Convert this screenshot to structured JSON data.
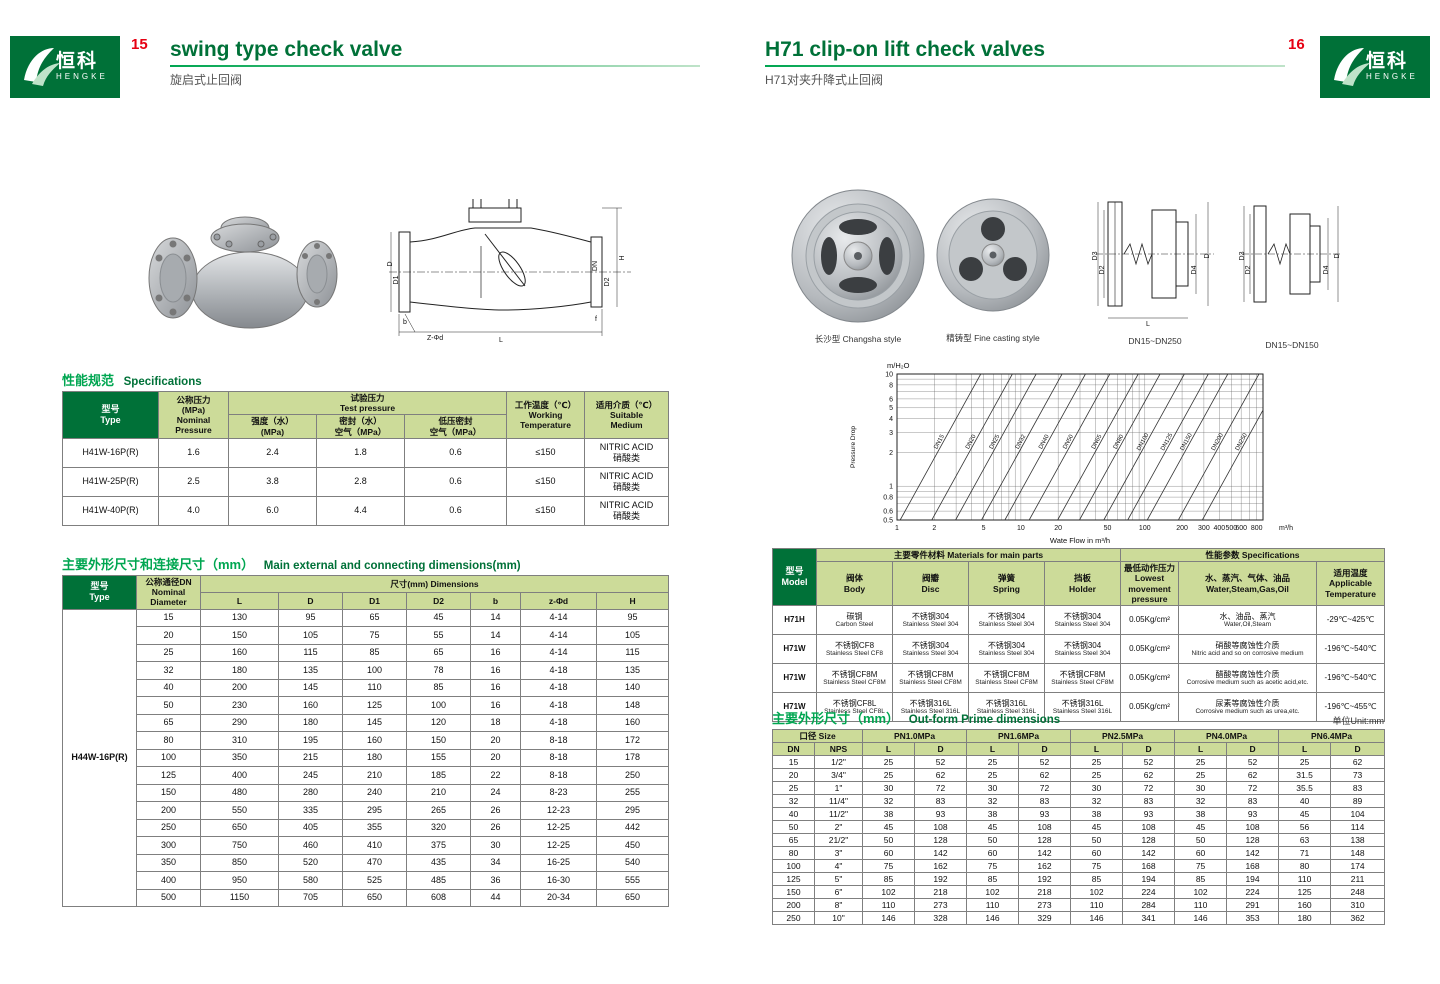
{
  "colors": {
    "brand_green": "#007138",
    "accent_green": "#00a651",
    "table_header_green": "#ccdb99",
    "page_number_red": "#e60012"
  },
  "header": {
    "logo": {
      "cn": "恒科",
      "en": "HENGKE"
    },
    "left": {
      "page_number": "15",
      "title": "swing type check valve",
      "subtitle": "旋启式止回阀"
    },
    "right": {
      "page_number": "16",
      "title": "H71 clip-on lift check valves",
      "subtitle": "H71对夹升降式止回阀"
    }
  },
  "left_page": {
    "spec_section": {
      "cn": "性能规范",
      "en": "Specifications"
    },
    "spec_table": {
      "headers": {
        "type": "型号\nType",
        "nominal": "公称压力\n(MPa)\nNominal\nPressure",
        "test": "试验压力\nTest pressure",
        "strength": "强度（水）\n(MPa)",
        "seal": "密封（水）\n空气（MPa）",
        "low": "低压密封\n空气（MPa）",
        "working": "工作温度（℃）\nWorking\nTemperature",
        "medium": "适用介质（℃）\nSuitable\nMedium"
      },
      "rows": [
        {
          "type": "H41W-16P(R)",
          "nominal": "1.6",
          "strength": "2.4",
          "seal": "1.8",
          "low": "0.6",
          "temp": "≤150",
          "medium": "NITRIC ACID\n硝酸类"
        },
        {
          "type": "H41W-25P(R)",
          "nominal": "2.5",
          "strength": "3.8",
          "seal": "2.8",
          "low": "0.6",
          "temp": "≤150",
          "medium": "NITRIC ACID\n硝酸类"
        },
        {
          "type": "H41W-40P(R)",
          "nominal": "4.0",
          "strength": "6.0",
          "seal": "4.4",
          "low": "0.6",
          "temp": "≤150",
          "medium": "NITRIC ACID\n硝酸类"
        }
      ]
    },
    "dim_section": {
      "cn": "主要外形尺寸和连接尺寸（mm）",
      "en": "Main external and connecting dimensions(mm)"
    },
    "dim_table": {
      "headers": {
        "type": "型号\nType",
        "dn": "公称通径DN\nNominal\nDiameter",
        "band": "尺寸(mm) Dimensions",
        "cols": [
          "L",
          "D",
          "D1",
          "D2",
          "b",
          "z-Φd",
          "H"
        ]
      },
      "model": "H44W-16P(R)",
      "rows": [
        [
          "15",
          "130",
          "95",
          "65",
          "45",
          "14",
          "4-14",
          "95"
        ],
        [
          "20",
          "150",
          "105",
          "75",
          "55",
          "14",
          "4-14",
          "105"
        ],
        [
          "25",
          "160",
          "115",
          "85",
          "65",
          "16",
          "4-14",
          "115"
        ],
        [
          "32",
          "180",
          "135",
          "100",
          "78",
          "16",
          "4-18",
          "135"
        ],
        [
          "40",
          "200",
          "145",
          "110",
          "85",
          "16",
          "4-18",
          "140"
        ],
        [
          "50",
          "230",
          "160",
          "125",
          "100",
          "16",
          "4-18",
          "148"
        ],
        [
          "65",
          "290",
          "180",
          "145",
          "120",
          "18",
          "4-18",
          "160"
        ],
        [
          "80",
          "310",
          "195",
          "160",
          "150",
          "20",
          "8-18",
          "172"
        ],
        [
          "100",
          "350",
          "215",
          "180",
          "155",
          "20",
          "8-18",
          "178"
        ],
        [
          "125",
          "400",
          "245",
          "210",
          "185",
          "22",
          "8-18",
          "250"
        ],
        [
          "150",
          "480",
          "280",
          "240",
          "210",
          "24",
          "8-23",
          "255"
        ],
        [
          "200",
          "550",
          "335",
          "295",
          "265",
          "26",
          "12-23",
          "295"
        ],
        [
          "250",
          "650",
          "405",
          "355",
          "320",
          "26",
          "12-25",
          "442"
        ],
        [
          "300",
          "750",
          "460",
          "410",
          "375",
          "30",
          "12-25",
          "450"
        ],
        [
          "350",
          "850",
          "520",
          "470",
          "435",
          "34",
          "16-25",
          "540"
        ],
        [
          "400",
          "950",
          "580",
          "525",
          "485",
          "36",
          "16-30",
          "555"
        ],
        [
          "500",
          "1150",
          "705",
          "650",
          "608",
          "44",
          "20-34",
          "650"
        ]
      ]
    },
    "drawing_labels": {
      "h": "H",
      "dn": "DN",
      "d2": "D2",
      "d": "D",
      "d1": "D1",
      "zd": "Z-Φd",
      "l": "L",
      "b": "b",
      "f": "f"
    }
  },
  "right_page": {
    "captions": {
      "photo1": "长沙型 Changsha style",
      "photo2": "精铸型 Fine casting style",
      "drawing_a": "DN15~DN250",
      "drawing_b": "DN15~DN150"
    },
    "drawing_a_labels": {
      "d3": "D3",
      "d2": "D2",
      "d4": "D4",
      "d": "D",
      "l": "L"
    },
    "drawing_b_labels": {
      "d3": "D3",
      "d2": "D2",
      "d4": "D4",
      "d": "D"
    },
    "materials_table": {
      "headers": {
        "model": "型号\nModel",
        "band_materials": "主要零件材料 Materials for main parts",
        "body": "阀体\nBody",
        "disc": "阀瓣\nDisc",
        "spring": "弹簧\nSpring",
        "holder": "挡板\nHolder",
        "pressure": "最低动作压力\nLowest movement\npressure",
        "band_specs": "性能参数 Specifications",
        "medium": "水、蒸汽、气体、油品\nWater,Steam,Gas,Oil",
        "temp": "适用温度\nApplicable\nTemperature"
      },
      "rows": [
        {
          "model": "H71H",
          "body": {
            "cn": "碳钢",
            "en": "Carbon Steel"
          },
          "disc": {
            "cn": "不锈钢304",
            "en": "Stainless Steel 304"
          },
          "spring": {
            "cn": "不锈钢304",
            "en": "Stainless Steel 304"
          },
          "holder": {
            "cn": "不锈钢304",
            "en": "Stainless Steel 304"
          },
          "pressure": "0.05Kg/cm²",
          "medium": {
            "cn": "水、油品、蒸汽",
            "en": "Water,Oil,Steam"
          },
          "temp": "-29℃~425℃"
        },
        {
          "model": "H71W",
          "body": {
            "cn": "不锈钢CF8",
            "en": "Stainless Steel CF8"
          },
          "disc": {
            "cn": "不锈钢304",
            "en": "Stainless Steel 304"
          },
          "spring": {
            "cn": "不锈钢304",
            "en": "Stainless Steel 304"
          },
          "holder": {
            "cn": "不锈钢304",
            "en": "Stainless Steel 304"
          },
          "pressure": "0.05Kg/cm²",
          "medium": {
            "cn": "硝酸等腐蚀性介质",
            "en": "Nitric acid and so on corrosive medium"
          },
          "temp": "-196℃~540℃"
        },
        {
          "model": "H71W",
          "body": {
            "cn": "不锈钢CF8M",
            "en": "Stainless Steel CF8M"
          },
          "disc": {
            "cn": "不锈钢CF8M",
            "en": "Stainless Steel CF8M"
          },
          "spring": {
            "cn": "不锈钢CF8M",
            "en": "Stainless Steel CF8M"
          },
          "holder": {
            "cn": "不锈钢CF8M",
            "en": "Stainless Steel CF8M"
          },
          "pressure": "0.05Kg/cm²",
          "medium": {
            "cn": "醋酸等腐蚀性介质",
            "en": "Corrosive medium such as acetic acid,etc."
          },
          "temp": "-196℃~540℃"
        },
        {
          "model": "H71W",
          "body": {
            "cn": "不锈钢CF8L",
            "en": "Stainless Steel CF8L"
          },
          "disc": {
            "cn": "不锈钢316L",
            "en": "Stainless Steel 316L"
          },
          "spring": {
            "cn": "不锈钢316L",
            "en": "Stainless Steel 316L"
          },
          "holder": {
            "cn": "不锈钢316L",
            "en": "Stainless Steel 316L"
          },
          "pressure": "0.05Kg/cm²",
          "medium": {
            "cn": "尿素等腐蚀性介质",
            "en": "Corrosive medium such as urea,etc."
          },
          "temp": "-196℃~455℃"
        }
      ]
    },
    "outform_section": {
      "cn": "主要外形尺寸（mm）",
      "en": "Out-form Prime dimensions",
      "unit": "单位Unit:mm"
    },
    "outform_table": {
      "headers": {
        "size_band": "口径 Size",
        "dn": "DN",
        "nps": "NPS",
        "groups": [
          "PN1.0MPa",
          "PN1.6MPa",
          "PN2.5MPa",
          "PN4.0MPa",
          "PN6.4MPa"
        ],
        "l": "L",
        "d": "D"
      },
      "rows": [
        [
          "15",
          "1/2\"",
          "25",
          "52",
          "25",
          "52",
          "25",
          "52",
          "25",
          "52",
          "25",
          "62"
        ],
        [
          "20",
          "3/4\"",
          "25",
          "62",
          "25",
          "62",
          "25",
          "62",
          "25",
          "62",
          "31.5",
          "73"
        ],
        [
          "25",
          "1\"",
          "30",
          "72",
          "30",
          "72",
          "30",
          "72",
          "30",
          "72",
          "35.5",
          "83"
        ],
        [
          "32",
          "11/4\"",
          "32",
          "83",
          "32",
          "83",
          "32",
          "83",
          "32",
          "83",
          "40",
          "89"
        ],
        [
          "40",
          "11/2\"",
          "38",
          "93",
          "38",
          "93",
          "38",
          "93",
          "38",
          "93",
          "45",
          "104"
        ],
        [
          "50",
          "2\"",
          "45",
          "108",
          "45",
          "108",
          "45",
          "108",
          "45",
          "108",
          "56",
          "114"
        ],
        [
          "65",
          "21/2\"",
          "50",
          "128",
          "50",
          "128",
          "50",
          "128",
          "50",
          "128",
          "63",
          "138"
        ],
        [
          "80",
          "3\"",
          "60",
          "142",
          "60",
          "142",
          "60",
          "142",
          "60",
          "142",
          "71",
          "148"
        ],
        [
          "100",
          "4\"",
          "75",
          "162",
          "75",
          "162",
          "75",
          "168",
          "75",
          "168",
          "80",
          "174"
        ],
        [
          "125",
          "5\"",
          "85",
          "192",
          "85",
          "192",
          "85",
          "194",
          "85",
          "194",
          "110",
          "211"
        ],
        [
          "150",
          "6\"",
          "102",
          "218",
          "102",
          "218",
          "102",
          "224",
          "102",
          "224",
          "125",
          "248"
        ],
        [
          "200",
          "8\"",
          "110",
          "273",
          "110",
          "273",
          "110",
          "284",
          "110",
          "291",
          "160",
          "310"
        ],
        [
          "250",
          "10\"",
          "146",
          "328",
          "146",
          "329",
          "146",
          "341",
          "146",
          "353",
          "180",
          "362"
        ]
      ]
    }
  },
  "chart_data": {
    "type": "line",
    "scale": "log-log",
    "y_unit": "m/H₂O",
    "ylabel": "Pressure Drop",
    "xlabel": "Wate Flow in m³/h",
    "x_unit": "m³/h",
    "y_ticks": [
      10,
      8,
      6,
      5,
      4,
      3,
      2,
      1,
      0.8,
      0.6,
      0.5
    ],
    "x_ticks": [
      1,
      2,
      5,
      10,
      20,
      50,
      100,
      200,
      300,
      400,
      500,
      600,
      800
    ],
    "ylim": [
      0.5,
      10
    ],
    "xlim": [
      1,
      900
    ],
    "lines": [
      {
        "label": "DN15",
        "x_at_y1": 1.5
      },
      {
        "label": "DN20",
        "x_at_y1": 2.7
      },
      {
        "label": "DN25",
        "x_at_y1": 4.2
      },
      {
        "label": "DN32",
        "x_at_y1": 6.8
      },
      {
        "label": "DN40",
        "x_at_y1": 10.5
      },
      {
        "label": "DN50",
        "x_at_y1": 16.5
      },
      {
        "label": "DN65",
        "x_at_y1": 28
      },
      {
        "label": "DN80",
        "x_at_y1": 42
      },
      {
        "label": "DN100",
        "x_at_y1": 66
      },
      {
        "label": "DN125",
        "x_at_y1": 103
      },
      {
        "label": "DN150",
        "x_at_y1": 148
      },
      {
        "label": "DN200",
        "x_at_y1": 264
      },
      {
        "label": "DN250",
        "x_at_y1": 412
      }
    ]
  }
}
